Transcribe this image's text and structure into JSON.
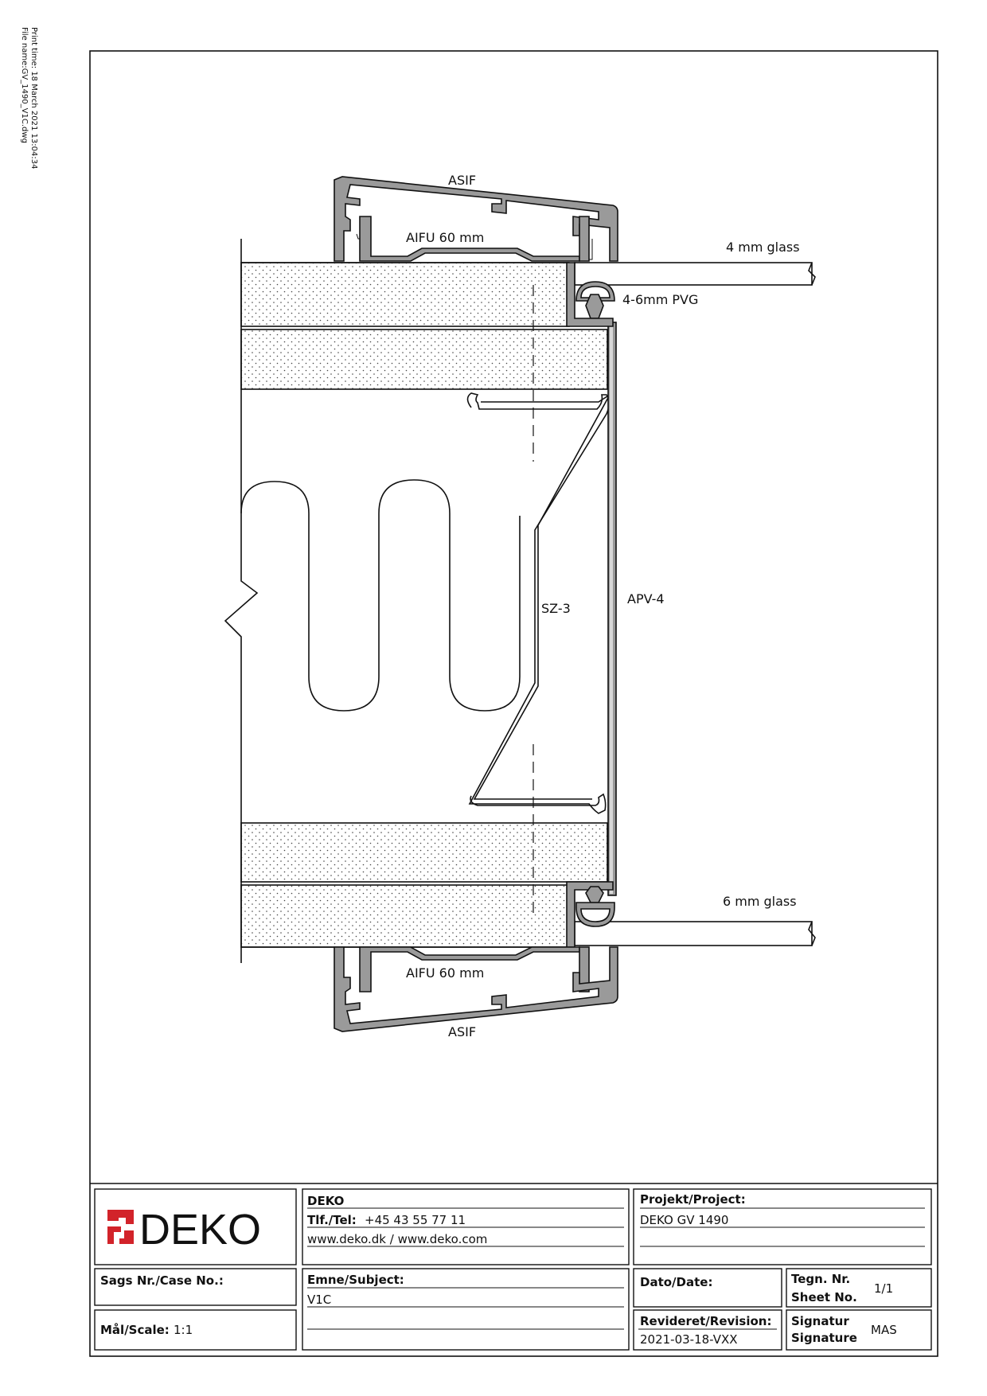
{
  "print_meta": {
    "print_time": "Print time: 18 March 2021 13:04:34",
    "file_name": "File name:GV_1490_V1C.dwg"
  },
  "drawing": {
    "labels": {
      "asif_top": "ASIF",
      "aifu_top": "AIFU 60 mm",
      "glass_top": "4 mm glass",
      "pvg": "4-6mm PVG",
      "sz3": "SZ-3",
      "apv4": "APV-4",
      "glass_bottom": "6 mm glass",
      "aifu_bottom": "AIFU 60 mm",
      "asif_bottom": "ASIF"
    }
  },
  "title_block": {
    "logo": {
      "text": "DEKO",
      "color": "#d2232a"
    },
    "company": {
      "name": "DEKO",
      "tel_label": "Tlf./Tel:",
      "tel_value": "+45 43 55 77 11",
      "web": "www.deko.dk / www.deko.com"
    },
    "project": {
      "label": "Projekt/Project:",
      "value": "DEKO GV 1490"
    },
    "case": {
      "label": "Sags Nr./Case No.:"
    },
    "subject": {
      "label": "Emne/Subject:",
      "value": "V1C"
    },
    "date": {
      "label": "Dato/Date:"
    },
    "sheet": {
      "label1": "Tegn. Nr.",
      "label2": "Sheet No.",
      "value": "1/1"
    },
    "scale": {
      "label": "Mål/Scale:",
      "value": "1:1"
    },
    "revision": {
      "label": "Revideret/Revision:",
      "value": "2021-03-18-VXX"
    },
    "signature": {
      "label1": "Signatur",
      "label2": "Signature",
      "value": "MAS"
    }
  }
}
